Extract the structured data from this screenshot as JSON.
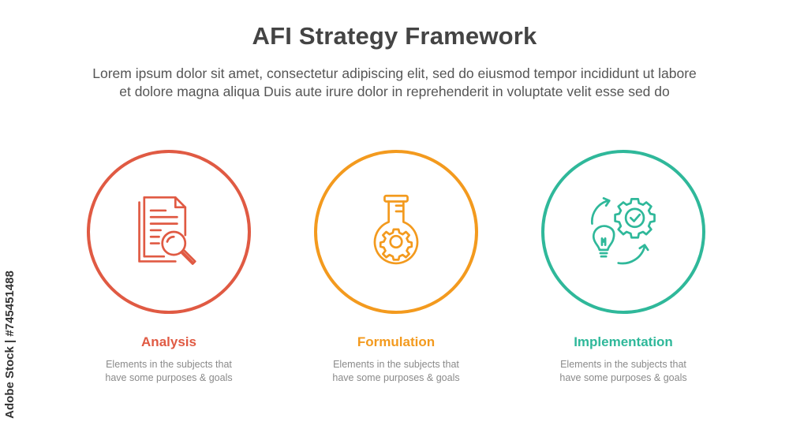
{
  "title": "AFI Strategy Framework",
  "subtitle": {
    "line1": "Lorem ipsum dolor sit amet, consectetur adipiscing elit, sed do eiusmod tempor incididunt ut labore",
    "line2": "et dolore magna aliqua Duis aute irure dolor in reprehenderit in voluptate velit esse sed do"
  },
  "steps": [
    {
      "label": "Analysis",
      "color": "#e05a43",
      "icon": "document-magnifier-icon",
      "desc_line1": "Elements in the subjects that",
      "desc_line2": "have  some purposes & goals"
    },
    {
      "label": "Formulation",
      "color": "#f39a1e",
      "icon": "flask-gear-icon",
      "desc_line1": "Elements in the subjects that",
      "desc_line2": "have  some purposes & goals"
    },
    {
      "label": "Implementation",
      "color": "#2fb89a",
      "icon": "gear-lightbulb-cycle-icon",
      "desc_line1": "Elements in the subjects that",
      "desc_line2": "have  some purposes & goals"
    }
  ],
  "credit": "Adobe Stock | #745451488"
}
